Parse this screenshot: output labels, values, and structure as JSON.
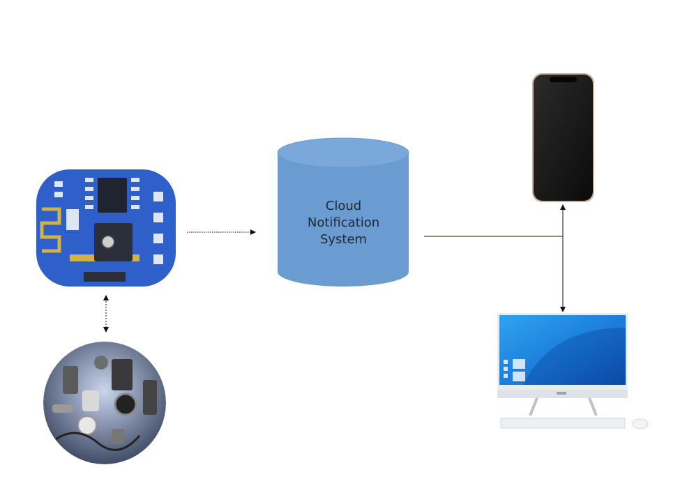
{
  "diagram": {
    "cloud_node": {
      "icon": "database-cylinder-icon",
      "label_lines": [
        "Cloud",
        "Notification",
        "System"
      ],
      "fill": "#6a9bd1",
      "top_fill": "#7aa8da"
    },
    "microcontroller_node": {
      "icon": "circuit-board-icon",
      "board_color": "#2f5fc9"
    },
    "sensors_node": {
      "icon": "sensors-collection-icon"
    },
    "phone_node": {
      "icon": "smartphone-icon"
    },
    "computer_node": {
      "icon": "desktop-computer-icon",
      "screen_color": "#1e7fd8"
    },
    "connections": [
      {
        "from": "microcontroller",
        "to": "cloud",
        "style": "dotted-arrow"
      },
      {
        "from": "microcontroller",
        "to": "sensors",
        "style": "dashed-double-arrow"
      },
      {
        "from": "cloud",
        "to": "phone",
        "style": "solid-line-arrow"
      },
      {
        "from": "cloud",
        "to": "computer",
        "style": "solid-line-arrow"
      }
    ],
    "line_color": "#6b6b4a"
  }
}
